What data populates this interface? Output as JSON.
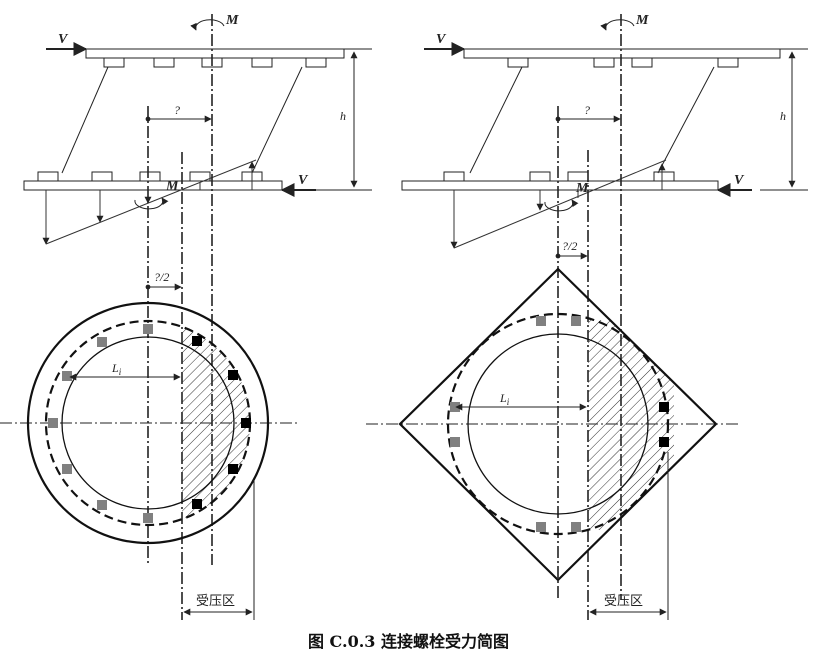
{
  "caption": "图 C.0.3  连接螺栓受力简图",
  "left": {
    "label_V_top": "V",
    "label_M_top": "M",
    "label_h": "h",
    "label_e": "?",
    "label_V_bottom": "V",
    "label_M_bottom": "M",
    "label_e_half": "?/2",
    "label_Li": "L",
    "label_Li_sub": "i",
    "label_zone": "受压区"
  },
  "right": {
    "label_V_top": "V",
    "label_M_top": "M",
    "label_h": "h",
    "label_e": "?",
    "label_V_bottom": "V",
    "label_M_bottom": "M",
    "label_e_half": "?/2",
    "label_Li": "L",
    "label_Li_sub": "i",
    "label_zone": "受压区"
  },
  "colors": {
    "line": "#222222",
    "bolt_tension": "#000000",
    "bolt_other": "#808080"
  }
}
